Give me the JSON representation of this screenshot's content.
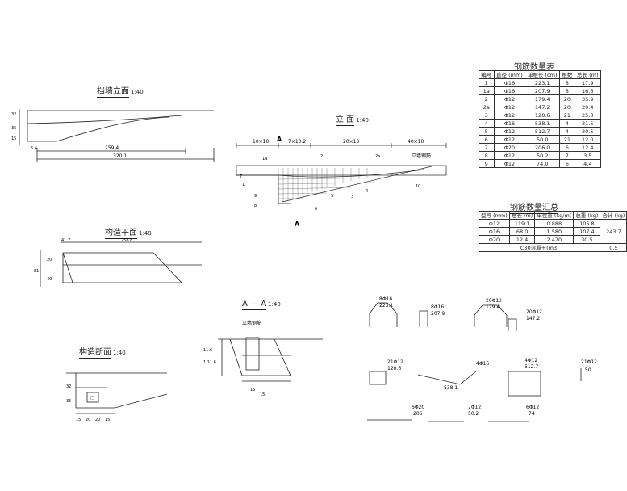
{
  "views": {
    "elev_left": {
      "title": "挡墙立面",
      "scale": "1:40",
      "dims": [
        "259.4",
        "320.1"
      ],
      "side": [
        "32",
        "35",
        "15",
        "6.4"
      ]
    },
    "plan": {
      "title": "构造平面",
      "scale": "1:40",
      "dims": [
        "41.7",
        "258.8"
      ],
      "side": [
        "20",
        "81",
        "40"
      ]
    },
    "section": {
      "title": "构造断面",
      "scale": "1:40",
      "dims": [
        "15",
        "20",
        "20",
        "15"
      ],
      "side": [
        "32",
        "35"
      ]
    },
    "elev_main": {
      "title": "立 面",
      "scale": "1:40",
      "dims": [
        "10×10",
        "7×10.2",
        "20×10",
        "40×10"
      ],
      "note": "立墙钢筋",
      "cut": "A",
      "cut_lower": "A",
      "marks": [
        "1",
        "1a",
        "2",
        "2a",
        "3",
        "4",
        "5",
        "6",
        "7",
        "8",
        "9",
        "10"
      ]
    },
    "section_aa": {
      "title": "A — A",
      "scale": "1:40",
      "note": "立墙钢筋",
      "dims": [
        "15",
        "15"
      ],
      "side": [
        "11.6",
        "1.11.6"
      ]
    }
  },
  "rebar_table": {
    "title": "钢筋数量表",
    "headers": [
      "编号",
      "直径 (mm)",
      "单根长 (cm)",
      "根数",
      "总长 (m)"
    ],
    "rows": [
      [
        "1",
        "Φ16",
        "223.1",
        "8",
        "17.9"
      ],
      [
        "1a",
        "Φ16",
        "207.9",
        "8",
        "16.6"
      ],
      [
        "2",
        "Φ12",
        "179.4",
        "20",
        "35.9"
      ],
      [
        "2a",
        "Φ12",
        "147.2",
        "20",
        "29.4"
      ],
      [
        "3",
        "Φ12",
        "120.6",
        "21",
        "25.3"
      ],
      [
        "4",
        "Φ16",
        "538.1",
        "4",
        "21.5"
      ],
      [
        "5",
        "Φ12",
        "512.7",
        "4",
        "20.5"
      ],
      [
        "6",
        "Φ12",
        "50.0",
        "21",
        "12.0"
      ],
      [
        "7",
        "Φ20",
        "206.0",
        "6",
        "12.4"
      ],
      [
        "8",
        "Φ12",
        "50.2",
        "7",
        "3.5"
      ],
      [
        "9",
        "Φ12",
        "74.0",
        "6",
        "4.4"
      ]
    ]
  },
  "summary_table": {
    "title": "钢筋数量汇总",
    "headers": [
      "型号 (mm)",
      "总长 (m)",
      "单位重 (kg/m)",
      "总重 (kg)",
      "合计 (kg)"
    ],
    "rows": [
      [
        "Φ12",
        "119.1",
        "0.888",
        "105.8",
        ""
      ],
      [
        "Φ16",
        "68.0",
        "1.580",
        "107.4",
        "243.7"
      ],
      [
        "Φ20",
        "12.4",
        "2.470",
        "30.5",
        ""
      ]
    ],
    "concrete_label": "C30混凝土(m3)",
    "concrete_value": "0.5"
  },
  "bar_shapes": [
    {
      "id": "1",
      "label": "8Φ16",
      "length": "223.1"
    },
    {
      "id": "1a",
      "label": "8Φ16",
      "length": "207.9"
    },
    {
      "id": "2",
      "label": "20Φ12",
      "length": "179.4"
    },
    {
      "id": "2a",
      "label": "20Φ12",
      "length": "147.2"
    },
    {
      "id": "3",
      "label": "21Φ12",
      "length": "120.6"
    },
    {
      "id": "4",
      "label": "4Φ16",
      "length": "538.1"
    },
    {
      "id": "5",
      "label": "4Φ12",
      "length": "512.7"
    },
    {
      "id": "6",
      "label": "21Φ12",
      "length": "50"
    },
    {
      "id": "7",
      "label": "6Φ20",
      "length": "206"
    },
    {
      "id": "8",
      "label": "7Φ12",
      "length": "50.2"
    },
    {
      "id": "9",
      "label": "6Φ12",
      "length": "74"
    }
  ]
}
